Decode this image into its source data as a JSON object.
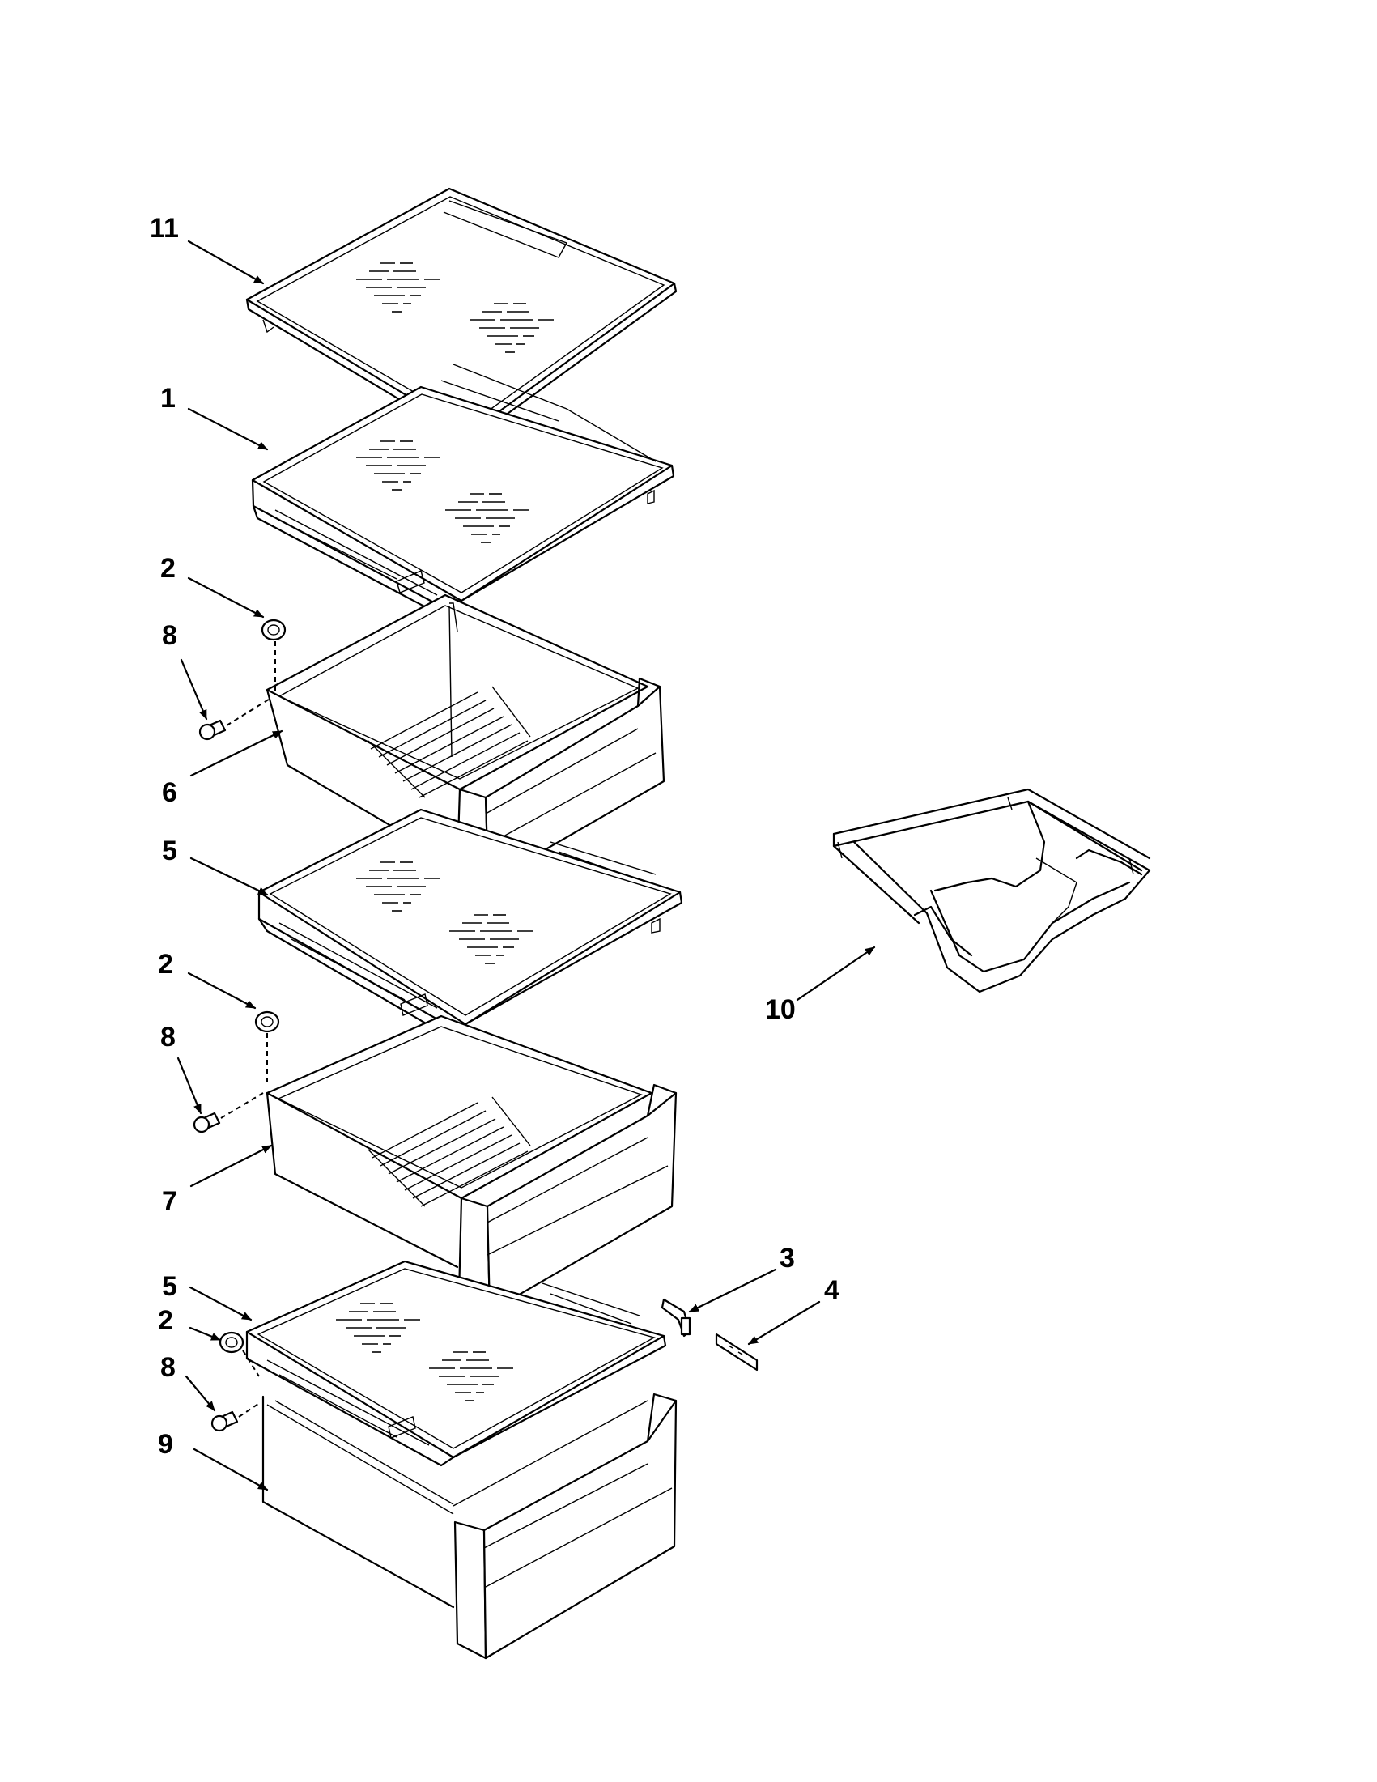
{
  "callouts": {
    "c11": "11",
    "c1": "1",
    "c2a": "2",
    "c8a": "8",
    "c6": "6",
    "c5a": "5",
    "c2b": "2",
    "c8b": "8",
    "c7": "7",
    "c3": "3",
    "c4": "4",
    "c5b": "5",
    "c2c": "2",
    "c8c": "8",
    "c9": "9",
    "c10": "10"
  },
  "colors": {
    "line": "#000000",
    "background": "#ffffff"
  }
}
